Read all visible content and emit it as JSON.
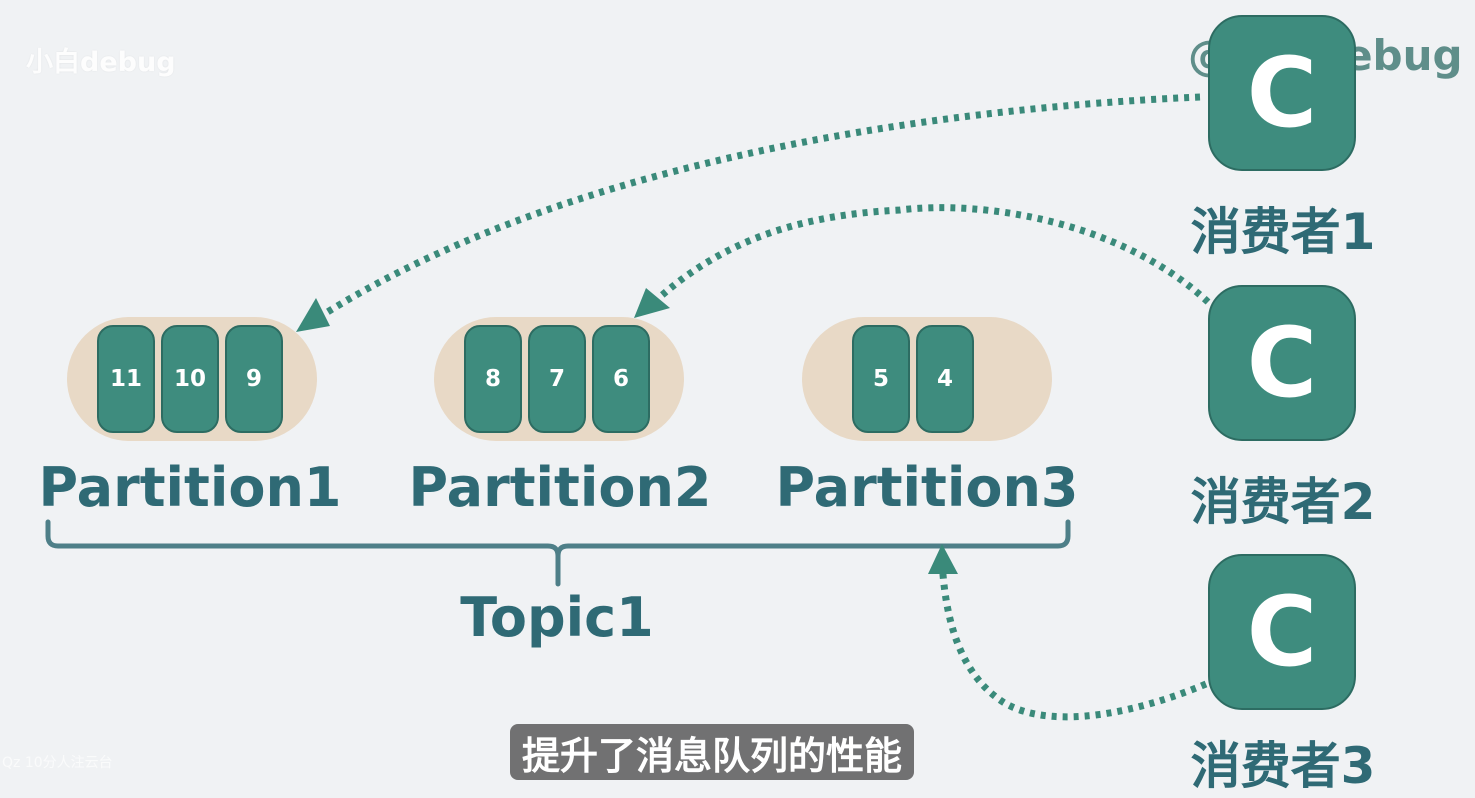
{
  "watermark": {
    "left_text": "小白debug",
    "right_text": "@小白debug",
    "footnote": "Qz 10分人注云台"
  },
  "topic": {
    "label": "Topic1",
    "partitions": [
      {
        "label": "Partition1",
        "messages": [
          "11",
          "10",
          "9"
        ]
      },
      {
        "label": "Partition2",
        "messages": [
          "8",
          "7",
          "6"
        ]
      },
      {
        "label": "Partition3",
        "messages": [
          "5",
          "4"
        ]
      }
    ]
  },
  "consumers": [
    {
      "icon_letter": "C",
      "label": "消费者1"
    },
    {
      "icon_letter": "C",
      "label": "消费者2"
    },
    {
      "icon_letter": "C",
      "label": "消费者3"
    }
  ],
  "subtitle": "提升了消息队列的性能",
  "colors": {
    "background": "#f0f2f4",
    "teal": "#3e8c7e",
    "teal_dark": "#2d6c62",
    "pill": "#e8d9c6",
    "label": "#2f6a75",
    "arrow": "#3a8a7a"
  }
}
